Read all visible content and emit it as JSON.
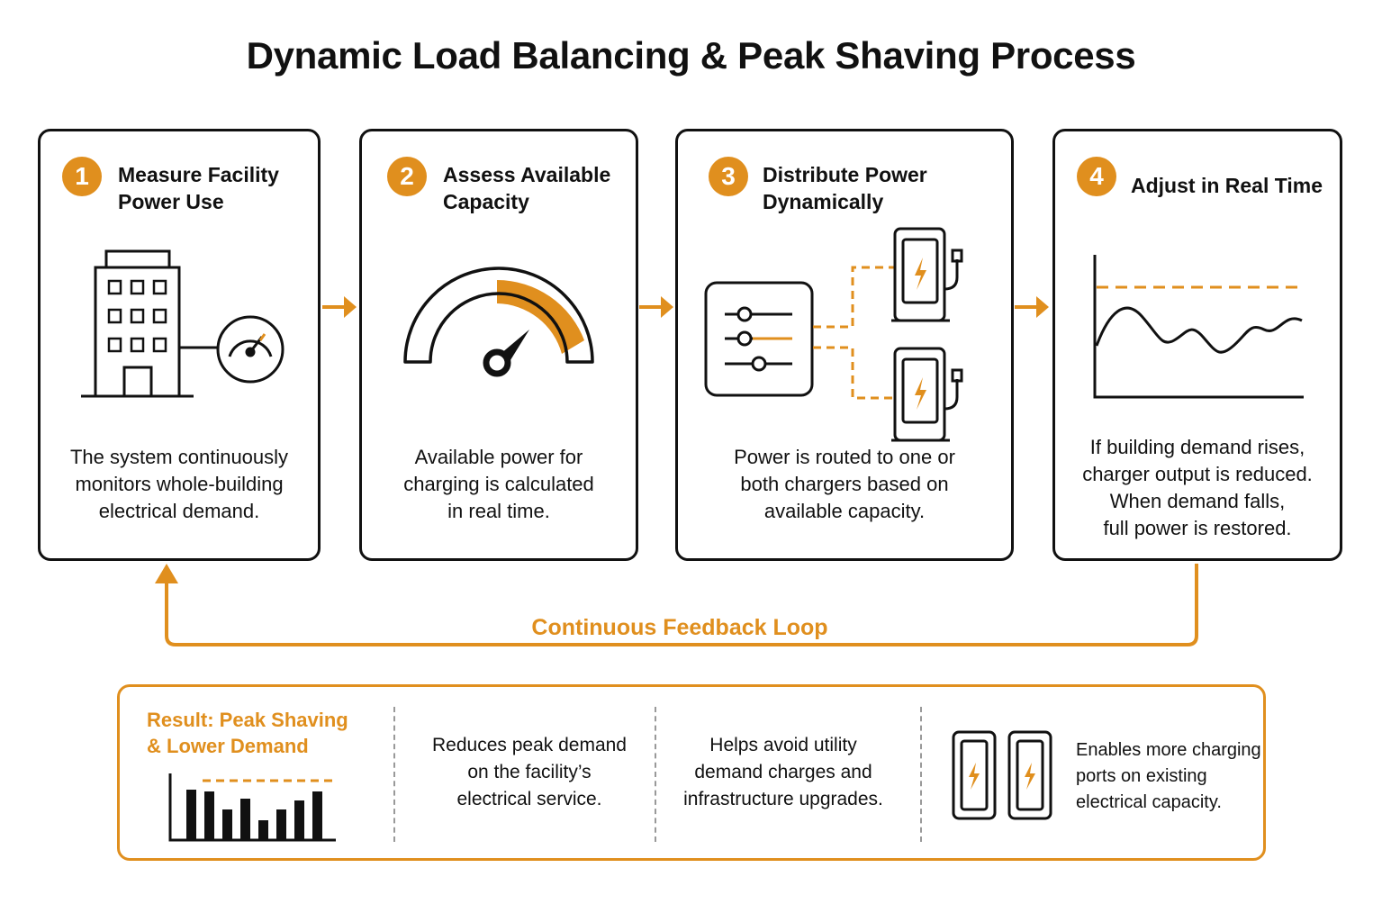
{
  "title": "Dynamic Load Balancing & Peak Shaving Process",
  "colors": {
    "accent": "#e08f1e",
    "ink": "#111111"
  },
  "steps": [
    {
      "number": "1",
      "title": "Measure Facility\nPower Use",
      "desc": "The system continuously\nmonitors whole-building\nelectrical demand.",
      "icon": "building-meter-icon"
    },
    {
      "number": "2",
      "title": "Assess Available\nCapacity",
      "desc": "Available power for\ncharging is calculated\nin real time.",
      "icon": "gauge-icon"
    },
    {
      "number": "3",
      "title": "Distribute Power\nDynamically",
      "desc": "Power is routed to one or\nboth chargers based on\navailable capacity.",
      "icon": "controller-chargers-icon"
    },
    {
      "number": "4",
      "title": "Adjust in Real Time",
      "desc": "If building demand rises,\ncharger output is reduced.\nWhen demand falls,\nfull power is restored.",
      "icon": "demand-graph-icon"
    }
  ],
  "feedback_loop_label": "Continuous Feedback Loop",
  "result": {
    "title": "Result: Peak Shaving\n& Lower Demand",
    "benefits": [
      "Reduces peak demand\non the facility’s\nelectrical service.",
      "Helps avoid utility\ndemand charges and\ninfrastructure upgrades.",
      "Enables more charging\nports on existing\nelectrical capacity."
    ]
  }
}
